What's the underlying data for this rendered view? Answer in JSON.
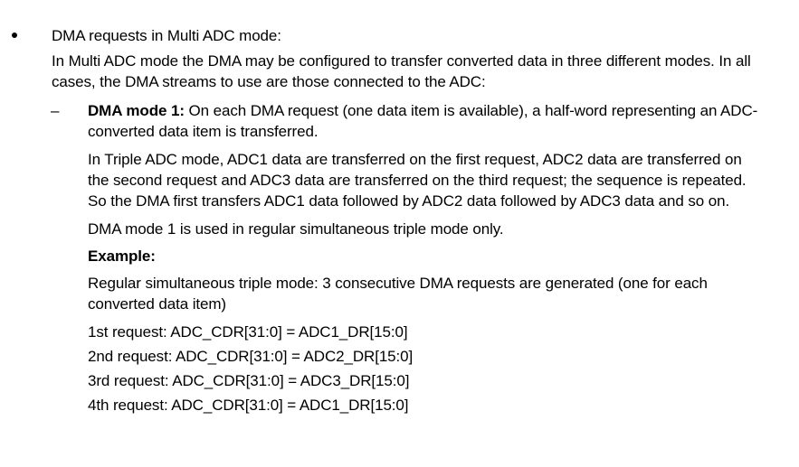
{
  "document": {
    "bullet_marker": "•",
    "dash_marker": "–",
    "bullet_heading": "DMA requests in Multi ADC mode:",
    "intro_paragraph": "In Multi ADC mode the DMA may be configured to transfer converted data in three different modes. In all cases, the DMA streams to use are those connected to the ADC:",
    "dma_mode_1": {
      "label": "DMA mode 1:",
      "description": " On each DMA request (one data item is available), a half-word representing an ADC-converted data item is transferred.",
      "triple_mode_paragraph": "In Triple ADC mode, ADC1 data are transferred on the first request, ADC2 data are transferred on the second request and ADC3 data are transferred on the third request; the sequence is repeated. So the DMA first transfers ADC1 data followed by ADC2 data followed by ADC3 data and so on.",
      "usage_note": "DMA mode 1 is used in regular simultaneous triple mode only.",
      "example_label": "Example:",
      "example_intro": "Regular simultaneous triple mode: 3 consecutive DMA requests are generated (one for each converted data item)",
      "requests": [
        "1st request: ADC_CDR[31:0] = ADC1_DR[15:0]",
        "2nd request: ADC_CDR[31:0] = ADC2_DR[15:0]",
        "3rd request: ADC_CDR[31:0] = ADC3_DR[15:0]",
        "4th request: ADC_CDR[31:0] = ADC1_DR[15:0]"
      ]
    }
  }
}
